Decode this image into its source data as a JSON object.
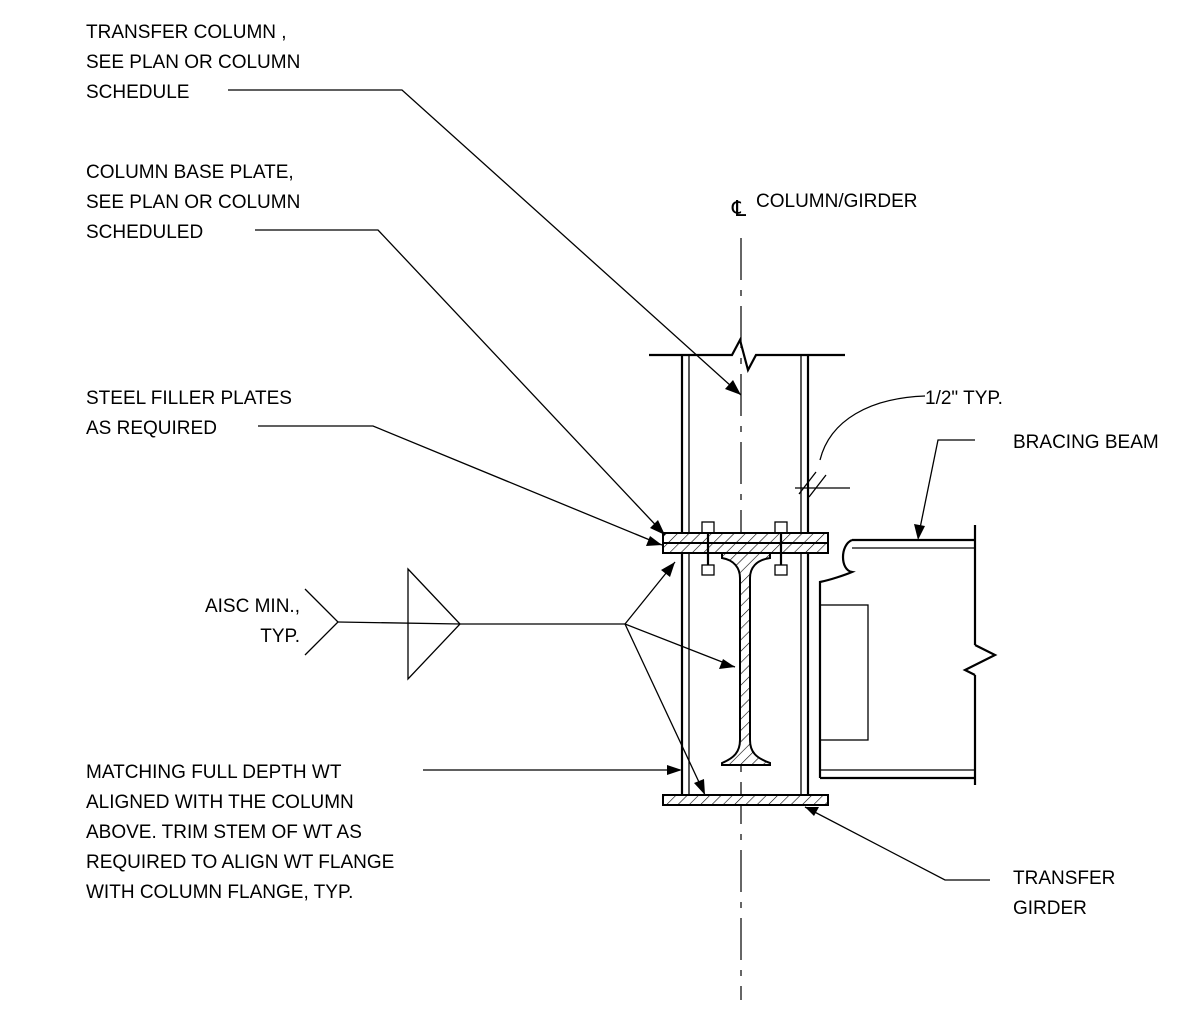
{
  "labels": {
    "transfer_column": [
      "TRANSFER COLUMN ,",
      "SEE PLAN OR COLUMN",
      "SCHEDULE"
    ],
    "base_plate": [
      "COLUMN BASE PLATE,",
      "SEE PLAN OR COLUMN",
      "SCHEDULED"
    ],
    "filler_plates": [
      "STEEL FILLER PLATES",
      "AS REQUIRED"
    ],
    "aisc": [
      "AISC MIN.,",
      "TYP."
    ],
    "matching_wt": [
      "MATCHING FULL DEPTH WT",
      "ALIGNED WITH THE COLUMN",
      "ABOVE.  TRIM STEM OF WT AS",
      "REQUIRED TO ALIGN WT FLANGE",
      "WITH COLUMN FLANGE, TYP."
    ],
    "centerline_symbol": "℄",
    "centerline_label": "COLUMN/GIRDER",
    "half_inch": "1/2\" TYP.",
    "bracing_beam": "BRACING BEAM",
    "transfer_girder": [
      "TRANSFER",
      "GIRDER"
    ]
  }
}
